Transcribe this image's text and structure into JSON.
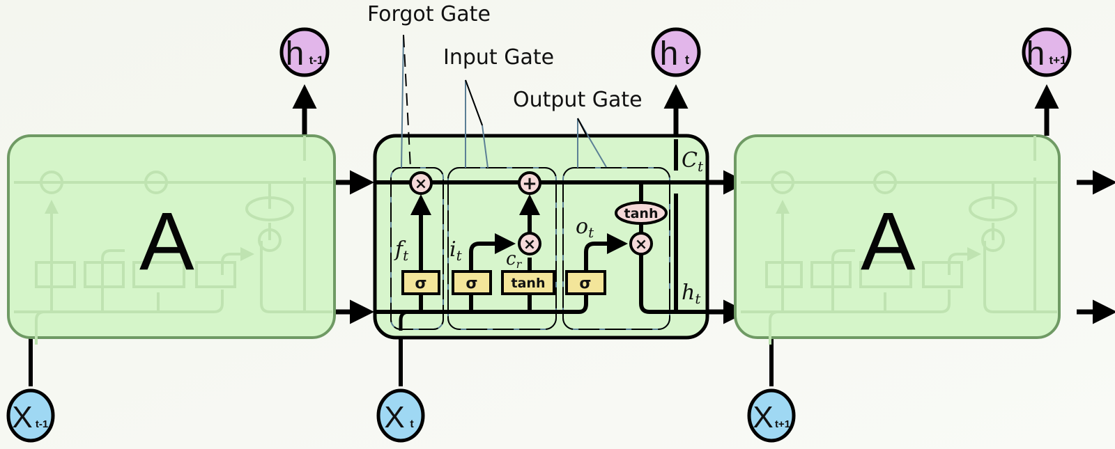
{
  "title": "LSTM unrolled across time steps",
  "colors": {
    "cell_fill": "#d7f5cc",
    "cell_border_faded": "#6f9a64",
    "hidden_node": "#e2b6ea",
    "input_node": "#9fd8f3",
    "layer_box": "#f3e59a",
    "pointwise_op": "#f5d9d9",
    "gate_outline": "#5b7f95",
    "line": "#000000"
  },
  "annotations": {
    "forget_gate": "Forgot Gate",
    "input_gate": "Input Gate",
    "output_gate": "Output Gate"
  },
  "cells": [
    {
      "id": "prev",
      "label": "A",
      "faded": true
    },
    {
      "id": "current",
      "label": "",
      "faded": false
    },
    {
      "id": "next",
      "label": "A",
      "faded": true
    }
  ],
  "outputs": [
    {
      "main": "h",
      "sub": "t-1"
    },
    {
      "main": "h",
      "sub": "t"
    },
    {
      "main": "h",
      "sub": "t+1"
    }
  ],
  "inputs": [
    {
      "main": "X",
      "sub": "t-1"
    },
    {
      "main": "X",
      "sub": "t"
    },
    {
      "main": "X",
      "sub": "t+1"
    }
  ],
  "layers": {
    "forget_sigma": "σ",
    "input_sigma": "σ",
    "candidate_tanh": "tanh",
    "output_sigma": "σ",
    "cell_tanh": "tanh"
  },
  "ops": {
    "forget_mult": "×",
    "cell_add": "+",
    "input_mult": "×",
    "output_mult": "×"
  },
  "variables": {
    "f": {
      "main": "f",
      "sub": "t"
    },
    "i": {
      "main": "i",
      "sub": "t"
    },
    "c": {
      "main": "c",
      "sub": "r"
    },
    "o": {
      "main": "o",
      "sub": "t"
    },
    "C": {
      "main": "C",
      "sub": "t"
    },
    "h": {
      "main": "h",
      "sub": "t"
    }
  }
}
